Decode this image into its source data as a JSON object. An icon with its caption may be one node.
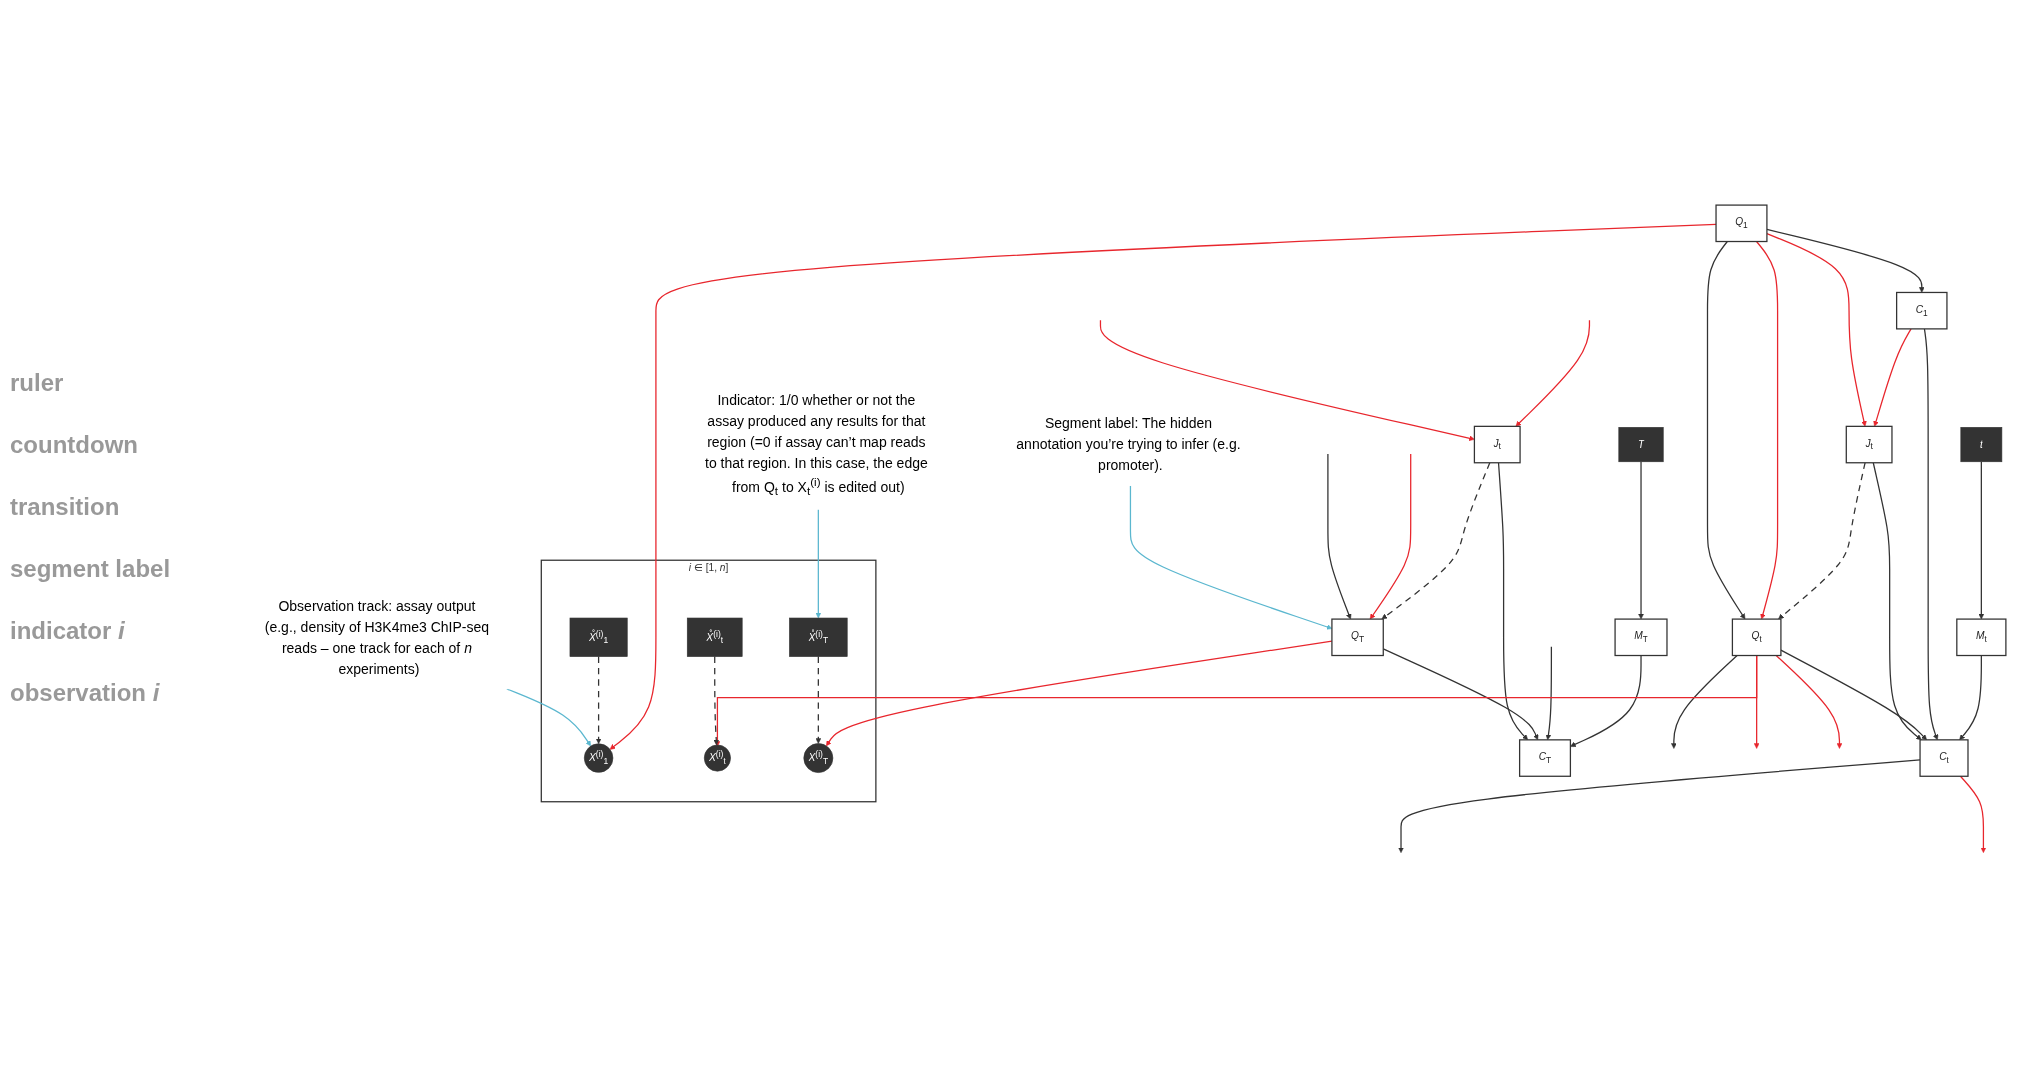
{
  "diagram": {
    "nodes": [
      {
        "text": [
          "*t*"
        ]
      },
      {
        "text": [
          "*M*$_{t}$"
        ]
      },
      {
        "text": [
          "*T*"
        ]
      },
      {
        "text": [
          "*M*$_{T}$"
        ]
      },
      {
        "text": [
          "*C*$_{1}$"
        ]
      },
      {
        "text": [
          "*C*$_{t}$"
        ]
      },
      {
        "text": [
          "*C*$_{T}$"
        ]
      },
      {
        "text": [
          "*J*$_{t}$"
        ]
      },
      {
        "text": [
          "*J*$_{t}$"
        ]
      },
      {
        "text": [
          "*Q*$_{1}$"
        ]
      },
      {
        "text": [
          "*Q*$_{t}$"
        ]
      },
      {
        "text": [
          "*Q*$_{T}$"
        ]
      },
      {
        "text": [
          "*i* ∈ [1, *n*]"
        ]
      },
      {
        "text": [
          "*X̊*$^{(i)}$$_{1}$"
        ],
        "in": 12
      },
      {
        "text": [
          "*X̊*$^{(i)}$$_{t}$"
        ],
        "in": 12
      },
      {
        "text": [
          "*X̊*$^{(i)}$$_{T}$"
        ],
        "in": 12
      },
      {
        "text": [
          "*X*$^{(i)}$$_{1}$"
        ],
        "in": 12
      },
      {
        "text": [
          "*X*$^{(i)}$$_{t}$"
        ],
        "in": 12
      },
      {
        "text": [
          "*X*$^{(i)}$$_{T}$"
        ],
        "in": 12
      },
      {
        "text": [
          "Segment label: The hidden annotation you’re trying to infer (e.g. promoter)."
        ]
      },
      {
        "text": [
          "Indicator: 1/0 whether or not the assay produced any results for that region (=0 if assay can’t map reads to that region. In this case, the edge from Q$_{t}$ to X$_{t}$$^{(i)}$ is edited out)"
        ]
      },
      {
        "text": [
          "Observation track: assay output (e.g., density of H3K4me3 ChIP-seq reads – one track for each of *n* experiments)"
        ]
      }
    ],
    "edges": [
      {
        "from": 0,
        "to": 1,
        "arrow": "to"
      },
      {
        "from": 1,
        "to": 5,
        "arrow": "to"
      },
      {
        "from": 2,
        "to": 3,
        "arrow": "to"
      },
      {
        "from": 3,
        "to": 6,
        "arrow": "to"
      },
      {
        "from": 4,
        "to": 5,
        "arrow": "to"
      },
      {
        "from": 5,
        "to": null,
        "arrow": "to"
      },
      {
        "from": null,
        "to": 6,
        "arrow": "to"
      },
      {
        "from": 9,
        "to": 4,
        "arrow": "to"
      },
      {
        "from": 10,
        "to": 5,
        "arrow": "to"
      },
      {
        "from": 11,
        "to": 6,
        "arrow": "to"
      },
      {
        "from": 7,
        "to": 5,
        "arrow": "to"
      },
      {
        "from": 8,
        "to": 6,
        "arrow": "to"
      },
      {
        "from": 4,
        "to": 7,
        "arrow": "to",
        "color": "#e8262d"
      },
      {
        "from": 9,
        "to": 7,
        "arrow": "to",
        "color": "#e8262d"
      },
      {
        "from": 7,
        "to": 10,
        "arrow": "to",
        "style": "dashed"
      },
      {
        "from": 5,
        "to": null,
        "arrow": "to",
        "color": "#e8262d"
      },
      {
        "from": 10,
        "to": null,
        "arrow": "to"
      },
      {
        "from": null,
        "to": 8,
        "arrow": "to",
        "color": "#e8262d"
      },
      {
        "from": null,
        "to": 8,
        "arrow": "to",
        "color": "#e8262d"
      },
      {
        "from": 8,
        "to": 11,
        "arrow": "to",
        "style": "dashed"
      },
      {
        "from": 9,
        "to": 10,
        "arrow": "to",
        "color": "#e8262d"
      },
      {
        "from": 9,
        "to": 10,
        "arrow": "to"
      },
      {
        "from": 10,
        "to": null,
        "arrow": "to",
        "color": "#e8262d"
      },
      {
        "from": 10,
        "to": null,
        "arrow": "to",
        "color": "#e8262d"
      },
      {
        "from": null,
        "to": 11,
        "arrow": "to",
        "color": "#e8262d"
      },
      {
        "from": null,
        "to": 11,
        "arrow": "to"
      },
      {
        "from": 9,
        "to": 16,
        "arrow": "to",
        "color": "#e8262d"
      },
      {
        "from": 10,
        "to": 17,
        "arrow": "to",
        "color": "#e8262d"
      },
      {
        "from": 11,
        "to": 18,
        "arrow": "to",
        "color": "#e8262d"
      },
      {
        "from": 13,
        "to": 16,
        "arrow": "to",
        "style": "dashed"
      },
      {
        "from": 14,
        "to": 17,
        "arrow": "to",
        "style": "dashed"
      },
      {
        "from": 15,
        "to": 18,
        "arrow": "to",
        "style": "dashed"
      },
      {
        "from": 19,
        "to": 11,
        "arrow": "to",
        "color": "#5bb7cf"
      },
      {
        "from": 20,
        "to": 15,
        "arrow": "to",
        "color": "#5bb7cf"
      },
      {
        "from": 21,
        "to": 16,
        "arrow": "to",
        "color": "#5bb7cf"
      }
    ],
    "labels": [
      "ruler",
      "countdown",
      "transition",
      "segment label",
      "indicator *i*",
      "observation *i*"
    ]
  }
}
